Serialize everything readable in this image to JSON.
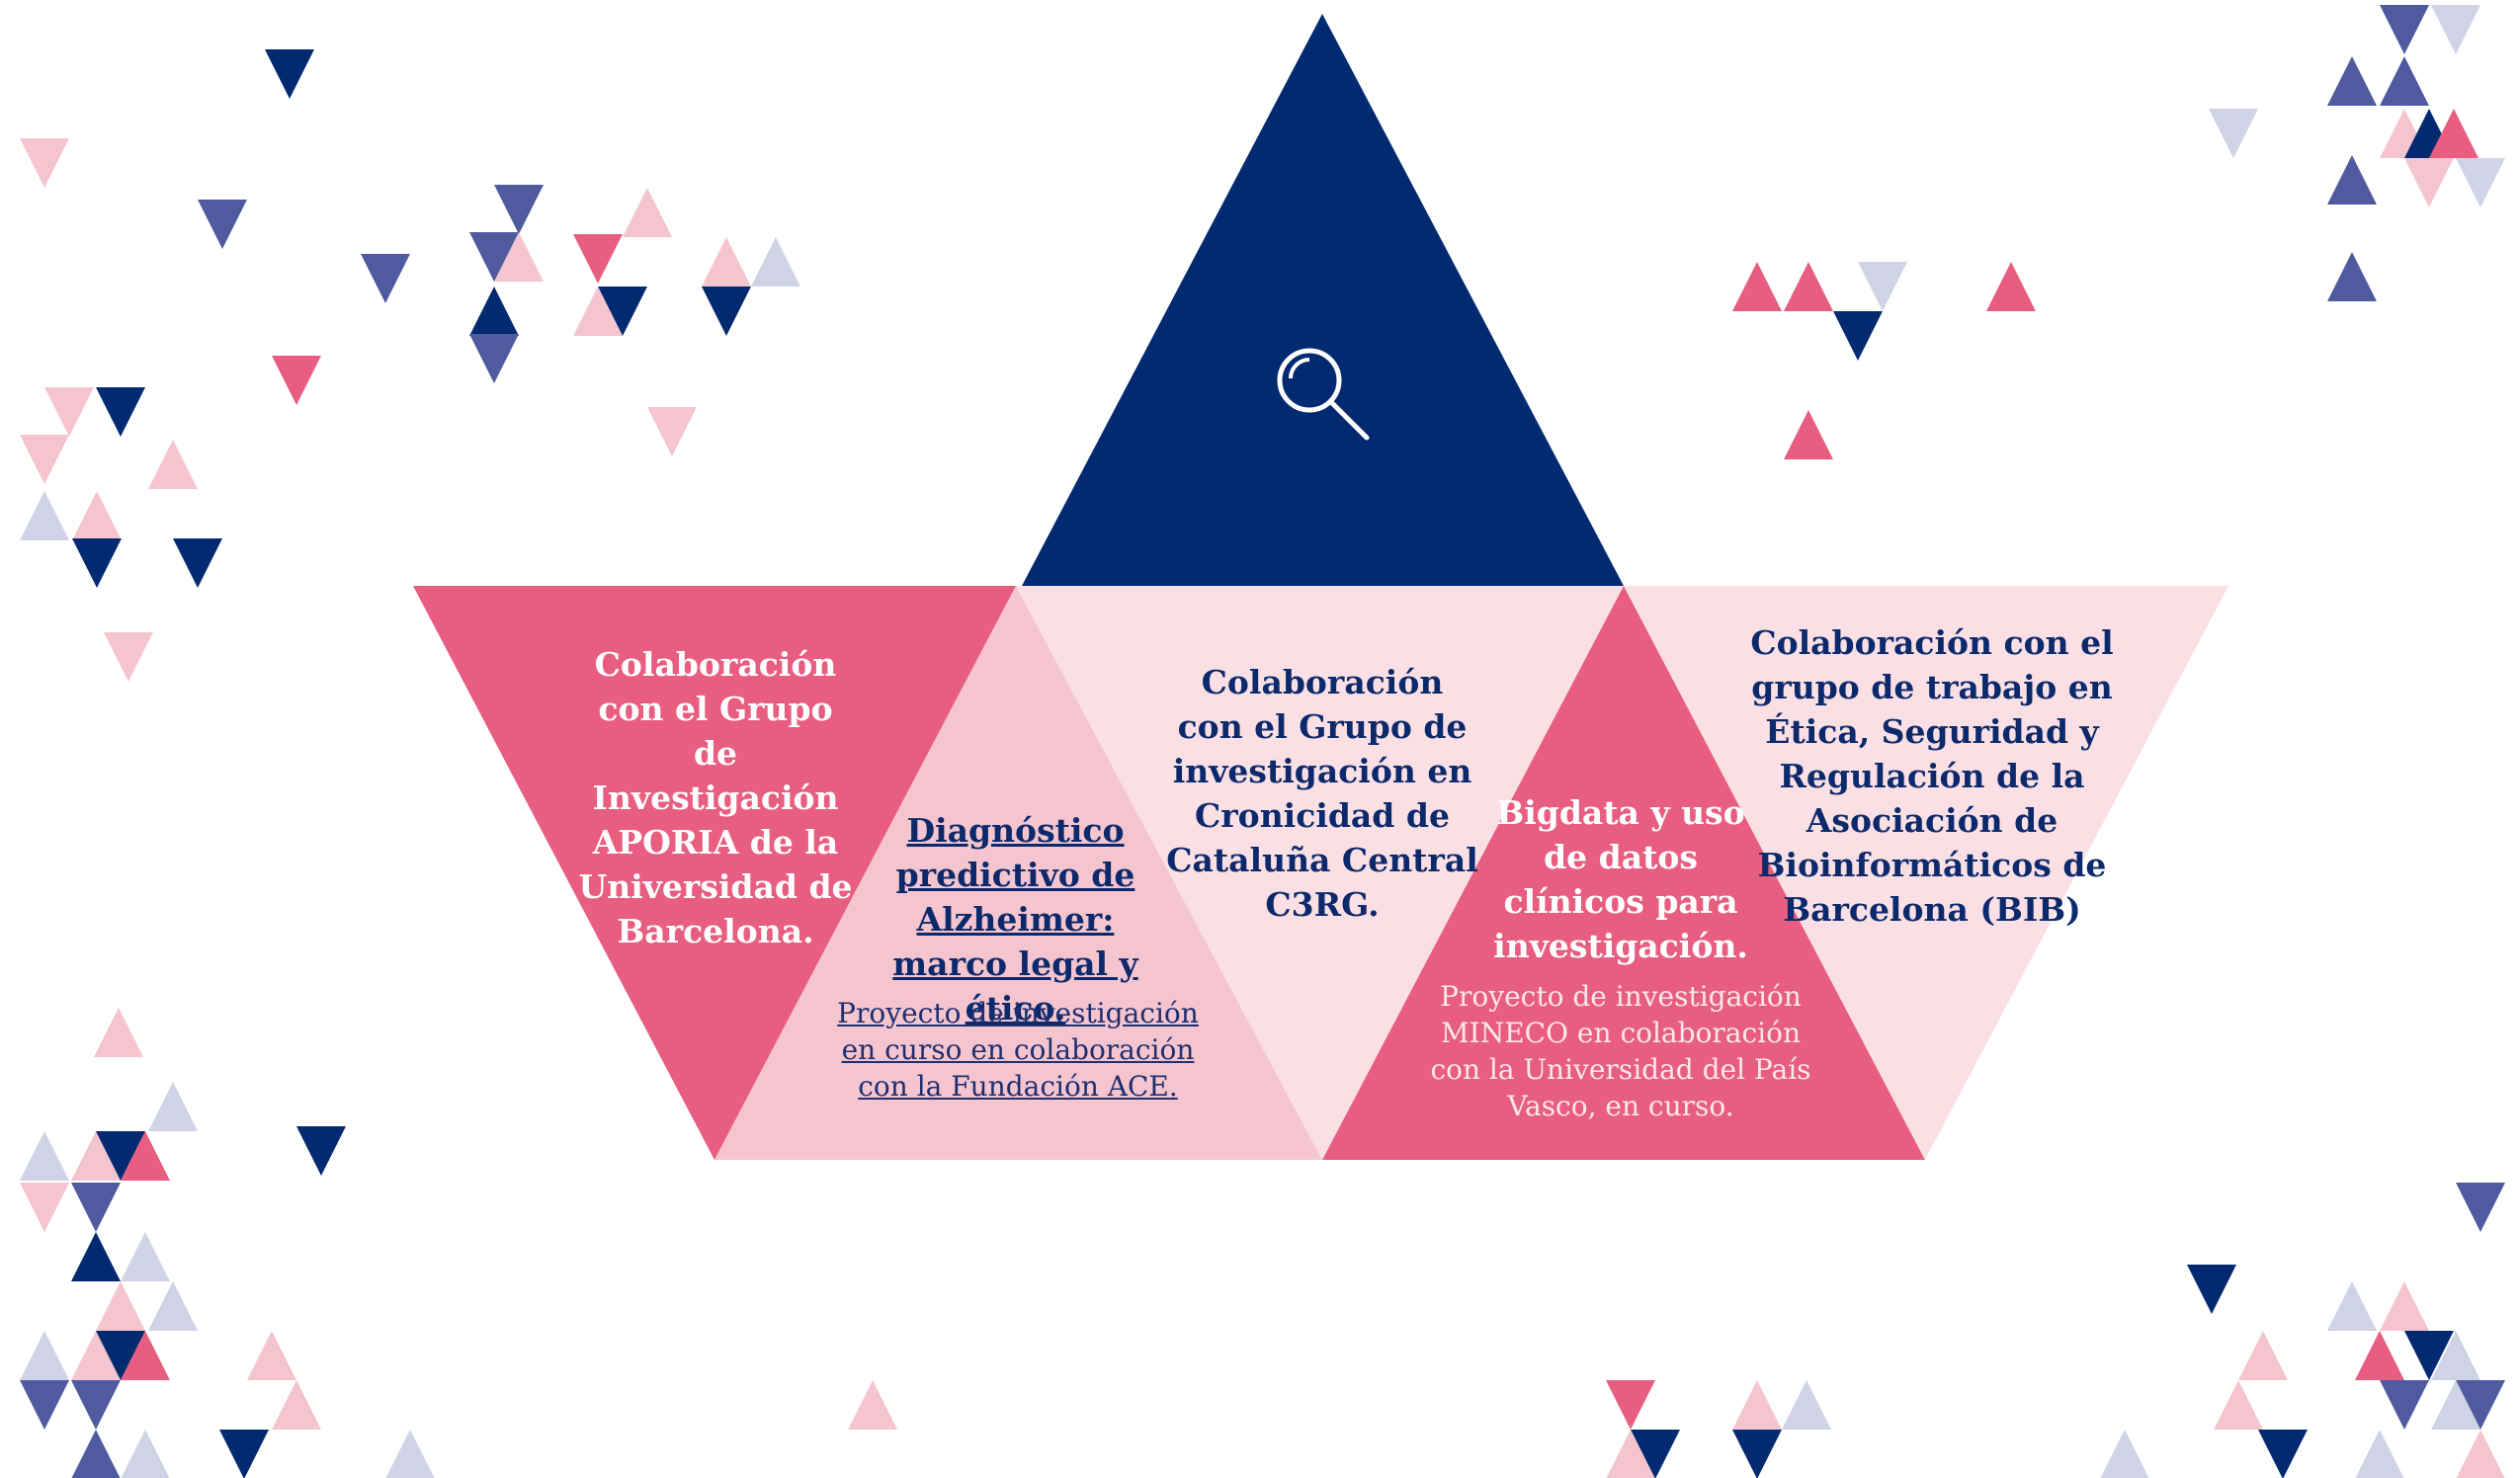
{
  "colors": {
    "navy": "#022a70",
    "pink": "#e85e81",
    "pink_light": "#f5c5cf",
    "pink_pale": "#fae0e5",
    "lavender": "#d0d2e6",
    "slate_blue": "#4f5b9e",
    "text_navy": "#0c2a6b",
    "text_white": "#ffffff"
  },
  "top_triangle": {
    "icon": "search-icon"
  },
  "panels": [
    {
      "title": "Colaboración con el Grupo de Investigación APORIA de la Universidad de Barcelona."
    },
    {
      "title": "Diagnóstico predictivo de Alzheimer: marco legal y ético.",
      "subtitle": "Proyecto de investigación en curso en colaboración con la Fundación ACE."
    },
    {
      "title": "Colaboración con el Grupo de investigación en Cronicidad de Cataluña Central C3RG."
    },
    {
      "title": "Bigdata y uso de datos clínicos para investigación.",
      "subtitle": "Proyecto de investigación MINECO en colaboración con la Universidad del País Vasco, en curso."
    },
    {
      "title": "Colaboración con el grupo de trabajo en Ética, Seguridad y Regulación de la Asociación de Bioinformáticos de Barcelona (BIB)"
    }
  ]
}
